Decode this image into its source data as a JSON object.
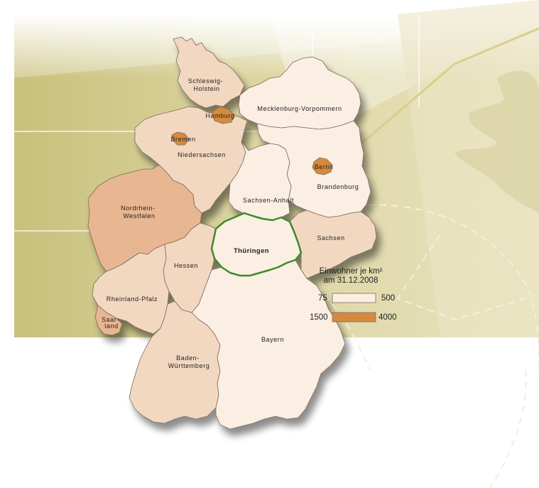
{
  "colors": {
    "low": "#fbeee3",
    "mid": "#f3d8c1",
    "high": "#e8b690",
    "city": "#d68a3e",
    "highlight_border": "#3c8a2e",
    "banner": "#c7bf7c"
  },
  "states": [
    {
      "id": "schleswig-holstein",
      "label": [
        "Schleswig-",
        "Holstein"
      ]
    },
    {
      "id": "hamburg",
      "label": [
        "Hamburg"
      ]
    },
    {
      "id": "mecklenburg-vorpommern",
      "label": [
        "Mecklenburg-Vorpommern"
      ]
    },
    {
      "id": "bremen",
      "label": [
        "Bremen"
      ]
    },
    {
      "id": "niedersachsen",
      "label": [
        "Niedersachsen"
      ]
    },
    {
      "id": "berlin",
      "label": [
        "Berlin"
      ]
    },
    {
      "id": "brandenburg",
      "label": [
        "Brandenburg"
      ]
    },
    {
      "id": "sachsen-anhalt",
      "label": [
        "Sachsen-Anhalt"
      ]
    },
    {
      "id": "nordrhein-westfalen",
      "label": [
        "Nordrhein-",
        "Westfalen"
      ]
    },
    {
      "id": "thueringen",
      "label": [
        "Thüringen"
      ]
    },
    {
      "id": "sachsen",
      "label": [
        "Sachsen"
      ]
    },
    {
      "id": "hessen",
      "label": [
        "Hessen"
      ]
    },
    {
      "id": "rheinland-pfalz",
      "label": [
        "Rheinland-Pfalz"
      ]
    },
    {
      "id": "saarland",
      "label": [
        "Saar-",
        "land"
      ]
    },
    {
      "id": "baden-wuerttemberg",
      "label": [
        "Baden-",
        "Württemberg"
      ]
    },
    {
      "id": "bayern",
      "label": [
        "Bayern"
      ]
    }
  ],
  "legend": {
    "title_line1": "Einwohner je km²",
    "title_line2": "am 31.12.2008",
    "rows": [
      {
        "min": "75",
        "max": "500"
      },
      {
        "min": "1500",
        "max": "4000"
      }
    ]
  }
}
